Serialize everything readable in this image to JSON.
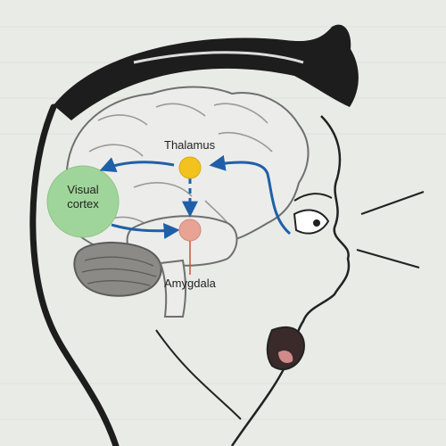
{
  "labels": {
    "thalamus": "Thalamus",
    "visual_cortex_line1": "Visual",
    "visual_cortex_line2": "cortex",
    "amygdala": "Amygdala"
  },
  "colors": {
    "background": "#e9ebe6",
    "brain_fill": "#ececea",
    "outline": "#6f6f6f",
    "hair": "#1d1d1d",
    "thalamus": "#f2c21f",
    "visual_cortex": "#9fd59a",
    "amygdala": "#e8a395",
    "pathway": "#1f5fa8",
    "amygdala_leader": "#c8563d"
  }
}
